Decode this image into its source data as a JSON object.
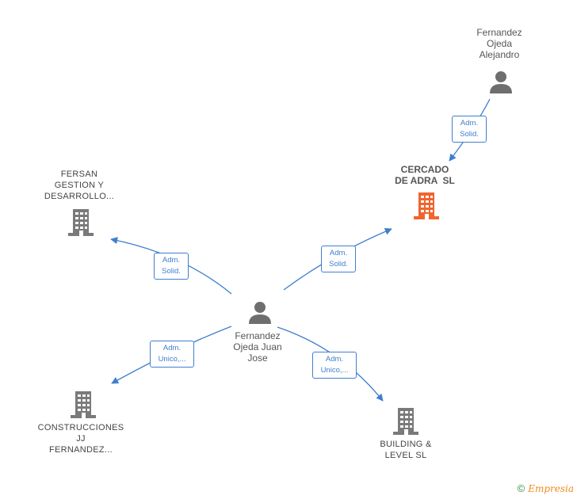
{
  "nodes": {
    "fernandez_ojeda_alejandro": {
      "lines": [
        "Fernandez",
        "Ojeda",
        "Alejandro"
      ]
    },
    "cercado": {
      "lines": [
        "CERCADO",
        "DE ADRA  SL"
      ]
    },
    "fersan": {
      "lines": [
        "FERSAN",
        "GESTION Y",
        "DESARROLLO..."
      ]
    },
    "fernandez_ojeda_juan_jose": {
      "lines": [
        "Fernandez",
        "Ojeda Juan",
        "Jose"
      ]
    },
    "construcciones": {
      "lines": [
        "CONSTRUCCIONES",
        "JJ",
        "FERNANDEZ..."
      ]
    },
    "building": {
      "lines": [
        "BUILDING &",
        "LEVEL SL"
      ]
    }
  },
  "edge_labels": {
    "alejandro_cercado": {
      "line1": "Adm.",
      "line2": "Solid."
    },
    "juan_cercado": {
      "line1": "Adm.",
      "line2": "Solid."
    },
    "juan_fersan": {
      "line1": "Adm.",
      "line2": "Solid."
    },
    "juan_construcciones": {
      "line1": "Adm.",
      "line2": "Unico,..."
    },
    "juan_building": {
      "line1": "Adm.",
      "line2": "Unico,..."
    }
  },
  "colors": {
    "edge": "#3f7fcf",
    "main_company": "#f0642e",
    "company": "#7a7a7a",
    "person": "#6e6e6e"
  },
  "footer": {
    "copyright": "©",
    "brand": "Empresia"
  }
}
